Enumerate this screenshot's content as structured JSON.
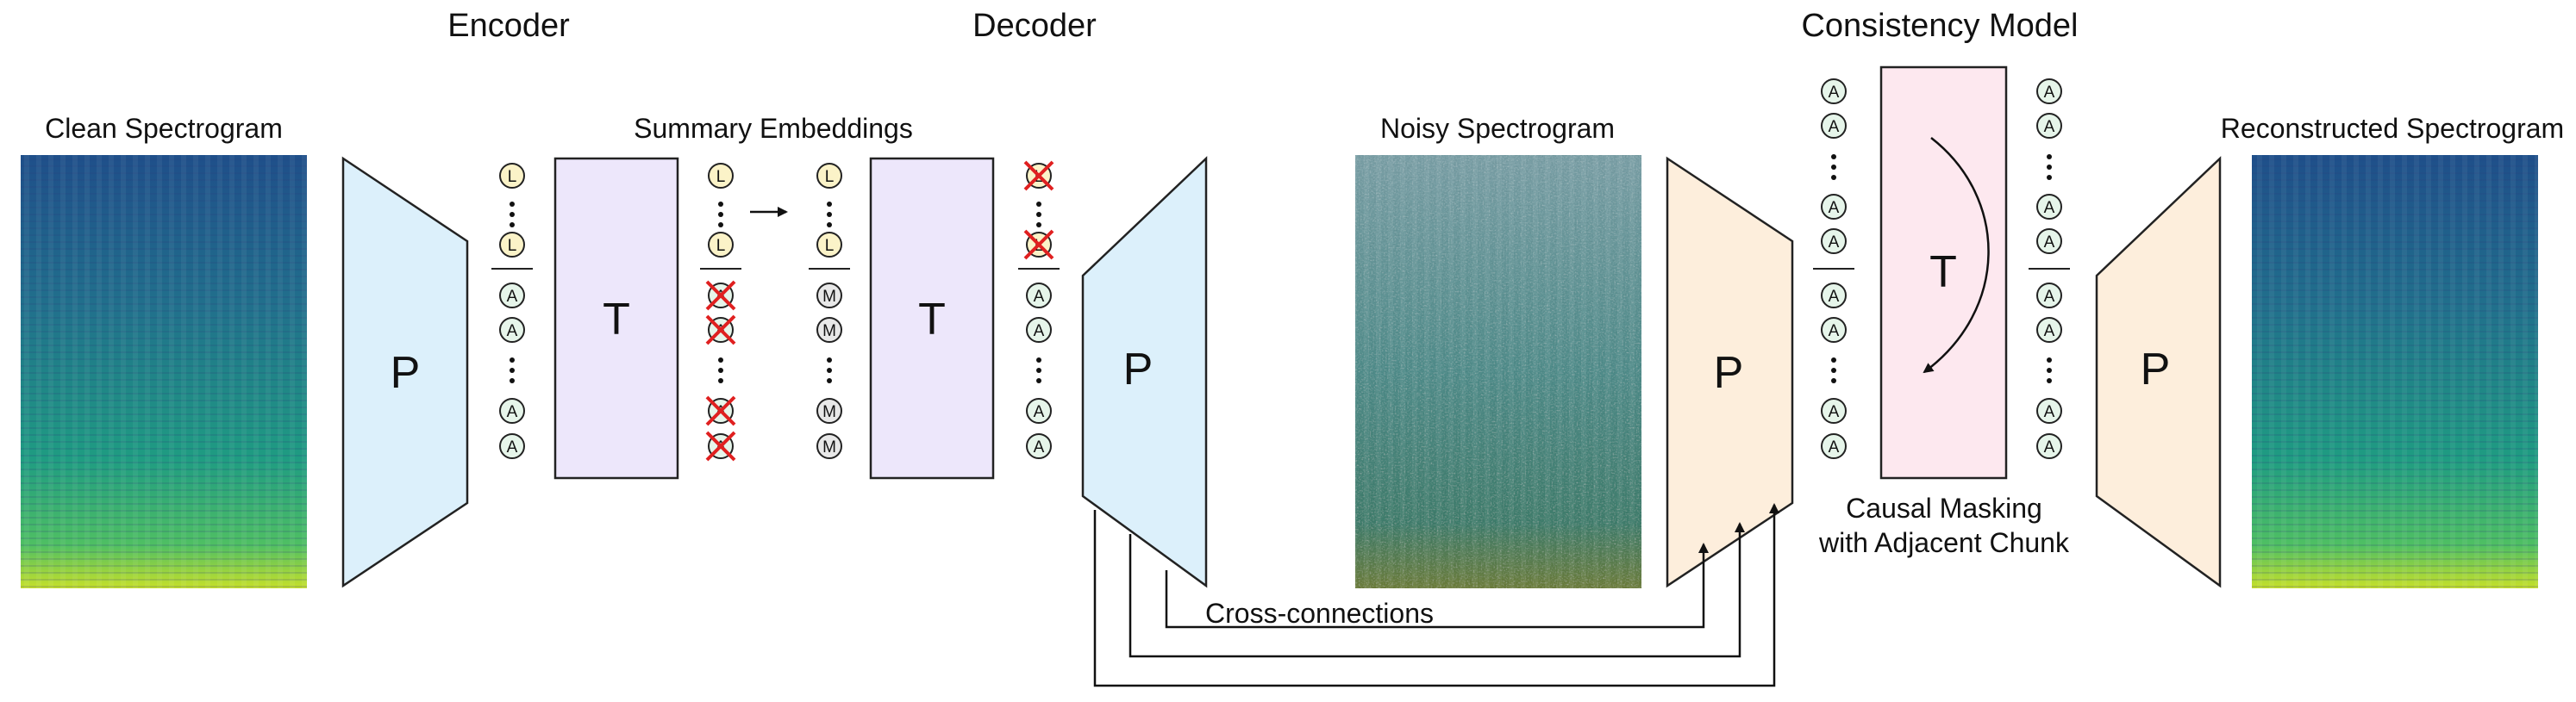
{
  "titles": {
    "encoder": "Encoder",
    "decoder": "Decoder",
    "consistency": "Consistency Model"
  },
  "labels": {
    "clean_spectrogram": "Clean Spectrogram",
    "summary_embeddings": "Summary Embeddings",
    "noisy_spectrogram": "Noisy Spectrogram",
    "reconstructed_spectrogram": "Reconstructed Spectrogram",
    "causal_masking_line1": "Causal Masking",
    "causal_masking_line2": "with Adjacent Chunk",
    "cross_connections": "Cross-connections"
  },
  "blocks": {
    "patchify": "P",
    "transformer": "T"
  },
  "tokens": {
    "latent": "L",
    "audio": "A",
    "mask": "M"
  },
  "colors": {
    "encoder_patch_fill": "#dcf0fb",
    "transformer_fill": "#ede7fb",
    "consistency_patch_fill": "#fdeedc",
    "consistency_transformer_fill": "#fde8ef",
    "latent_token_fill": "#fbf3c8",
    "audio_token_fill": "#e6f5ea",
    "mask_token_fill": "#e8e8e8",
    "cross_mark": "#e02020",
    "stroke": "#222222"
  }
}
